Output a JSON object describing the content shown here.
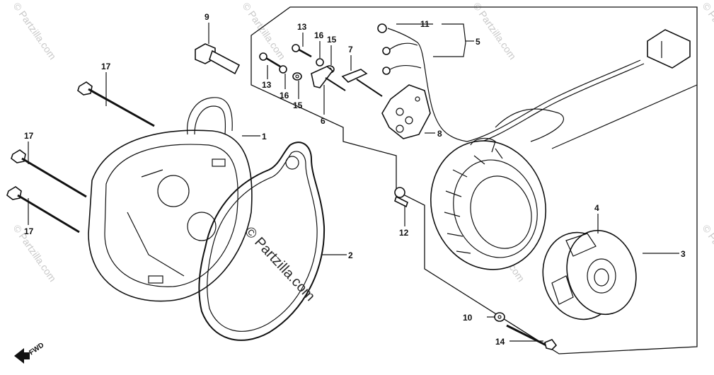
{
  "watermark": {
    "corner_text": "© Partzilla.com",
    "center_text": "© Partzilla.com"
  },
  "forward_marker": "FWD",
  "callouts": {
    "c1": "1",
    "c2": "2",
    "c3": "3",
    "c4": "4",
    "c5": "5",
    "c6": "6",
    "c7": "7",
    "c8": "8",
    "c9": "9",
    "c10": "10",
    "c11": "11",
    "c12": "12",
    "c13a": "13",
    "c13b": "13",
    "c14": "14",
    "c15a": "15",
    "c15b": "15",
    "c16a": "16",
    "c16b": "16",
    "c17a": "17",
    "c17b": "17",
    "c17c": "17"
  }
}
